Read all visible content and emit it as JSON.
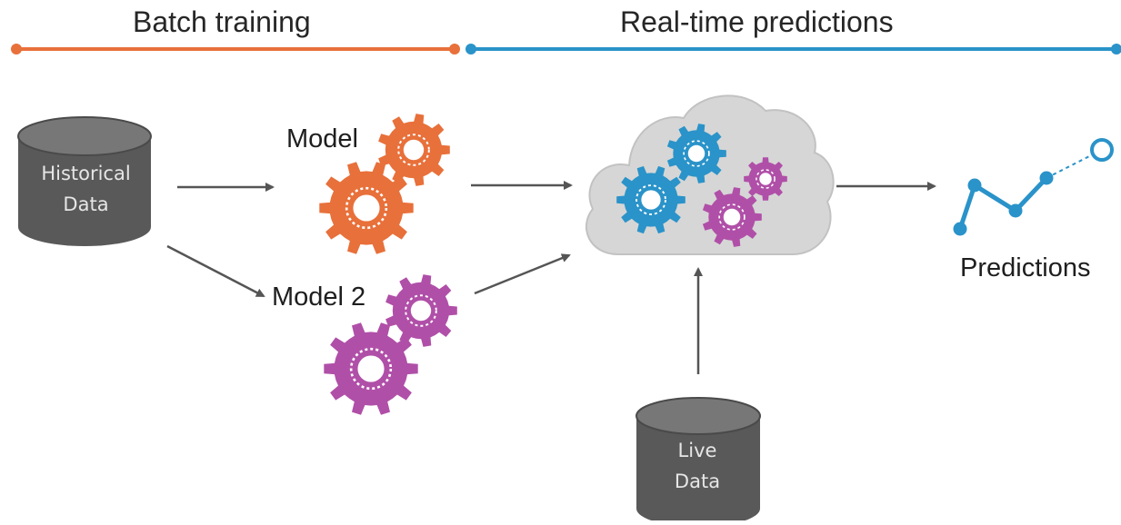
{
  "phases": {
    "batch": {
      "label": "Batch training",
      "color": "#e8703a"
    },
    "realtime": {
      "label": "Real-time predictions",
      "color": "#2a93c9"
    }
  },
  "stores": {
    "historical": {
      "line1": "Historical",
      "line2": "Data",
      "color": "#595959"
    },
    "live": {
      "line1": "Live",
      "line2": "Data",
      "color": "#595959"
    }
  },
  "models": {
    "model1": {
      "label": "Model",
      "color": "#e8703a",
      "icon": "gears-icon"
    },
    "model2": {
      "label": "Model 2",
      "color": "#b04fa8",
      "icon": "gears-icon"
    }
  },
  "cloud": {
    "icon": "cloud-gears-icon",
    "fill": "#d6d6d6",
    "gear_colors": [
      "#2a93c9",
      "#b04fa8"
    ]
  },
  "predictions": {
    "label": "Predictions",
    "icon": "trend-line-icon",
    "color": "#2a93c9"
  },
  "arrow_color": "#555555"
}
